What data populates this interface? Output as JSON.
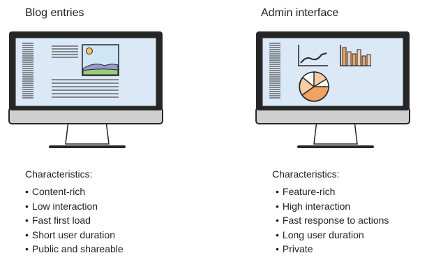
{
  "panels": [
    {
      "title": "Blog entries",
      "characteristics_heading": "Characteristics:",
      "characteristics": [
        "Content-rich",
        "Low interaction",
        "Fast first load",
        "Short user duration",
        "Public and shareable"
      ]
    },
    {
      "title": "Admin interface",
      "characteristics_heading": "Characteristics:",
      "characteristics": [
        "Feature-rich",
        "High interaction",
        "Fast response to actions",
        "Long user duration",
        "Private"
      ]
    }
  ],
  "icons": [
    "monitor-icon",
    "text-lines-icon",
    "landscape-image-icon",
    "line-chart-icon",
    "bar-chart-icon",
    "pie-chart-icon"
  ],
  "colors": {
    "screen": "#dbe9f6",
    "bezel": "#262626",
    "chin": "#cfcfcf",
    "orange": "#f4a25f",
    "light_orange": "#f8cda6",
    "sky": "#cfe6f7",
    "hill": "#9a9ad0",
    "grass": "#9acb7a",
    "sun": "#f6c45a"
  }
}
